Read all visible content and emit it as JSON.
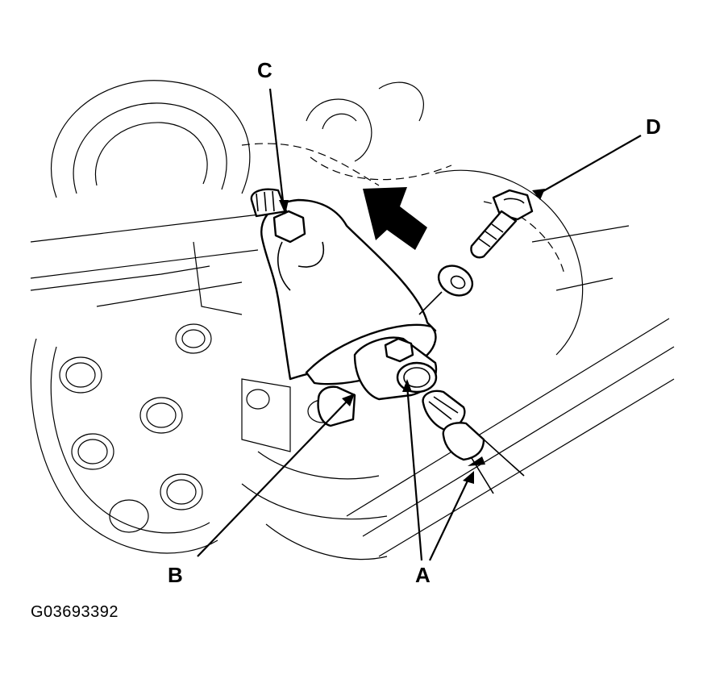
{
  "callouts": {
    "a": "A",
    "b": "B",
    "c": "C",
    "d": "D"
  },
  "figure_id": "G03693392",
  "direction_arrow": "front-direction-arrow-icon"
}
